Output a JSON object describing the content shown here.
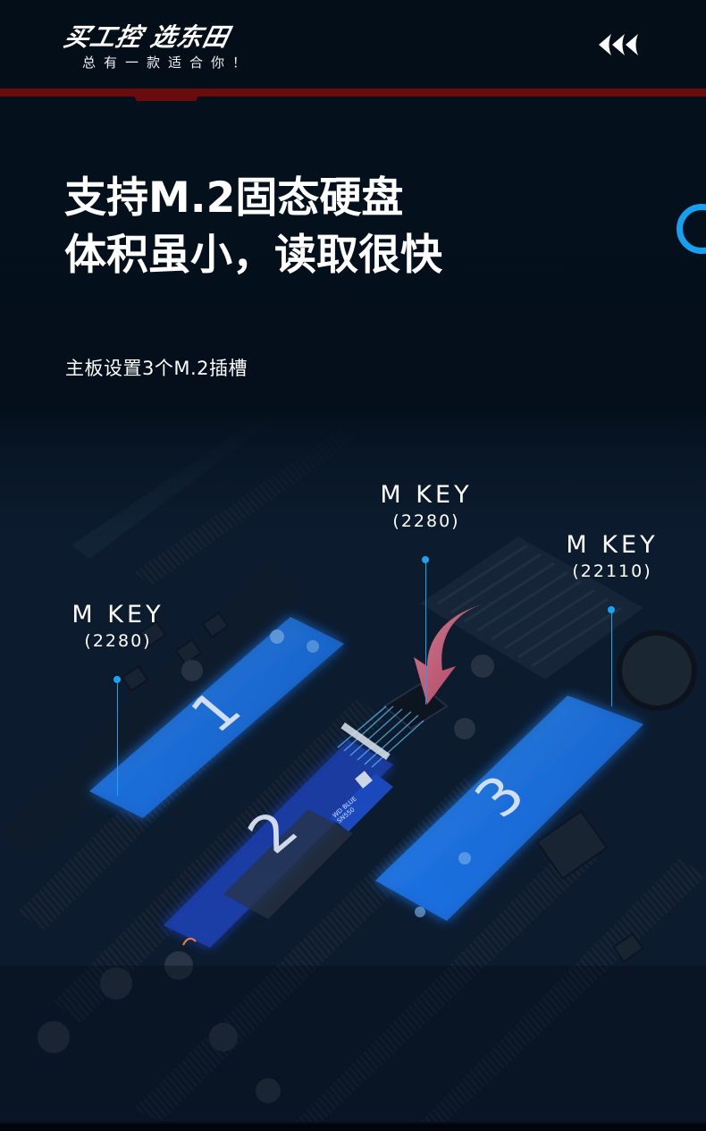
{
  "header": {
    "logo_main_part1": "买工控",
    "logo_main_part2": "选东田",
    "logo_slogan": "总有一款适合你！",
    "back_icon": "triple-left-chevron-icon",
    "accent_color": "#6a0b0e"
  },
  "hero": {
    "title_line1": "支持M.2固态硬盘",
    "title_line2": "体积虽小，读取很快",
    "subtitle": "主板设置3个M.2插槽",
    "decor_ring_color": "#16a0f2"
  },
  "slots": [
    {
      "number": "1",
      "key": "M KEY",
      "size": "(2280)"
    },
    {
      "number": "2",
      "key": "M KEY",
      "size": "(2280)"
    },
    {
      "number": "3",
      "key": "M KEY",
      "size": "(22110)"
    }
  ],
  "ssd": {
    "brand_label": "WD BLUE",
    "model_label": "SN550"
  },
  "colors": {
    "background": "#04101c",
    "glow_blue": "#1e7cff",
    "pin_blue": "#1aa3f0",
    "arrow_pink": "#e0607f"
  }
}
